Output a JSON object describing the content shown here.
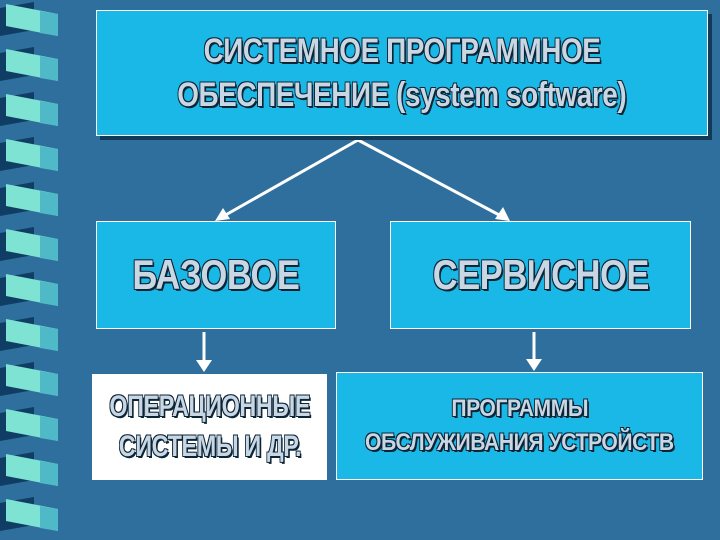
{
  "title": {
    "line1": "СИСТЕМНОЕ ПРОГРАММНОЕ",
    "line2": "ОБЕСПЕЧЕНИЕ (system software)"
  },
  "branches": {
    "base": {
      "label": "БАЗОВОЕ",
      "child_line1": "ОПЕРАЦИОННЫЕ",
      "child_line2": "СИСТЕМЫ И ДР."
    },
    "service": {
      "label": "СЕРВИСНОЕ",
      "child_line1": "ПРОГРАММЫ",
      "child_line2": "ОБСЛУЖИВАНИЯ УСТРОЙСТВ"
    }
  },
  "colors": {
    "background": "#2f6f9e",
    "box_fill": "#19b8e6",
    "text": "#c9d6e3",
    "binding_dark": "#0f3d63",
    "binding_light": "#7fe3d4"
  }
}
